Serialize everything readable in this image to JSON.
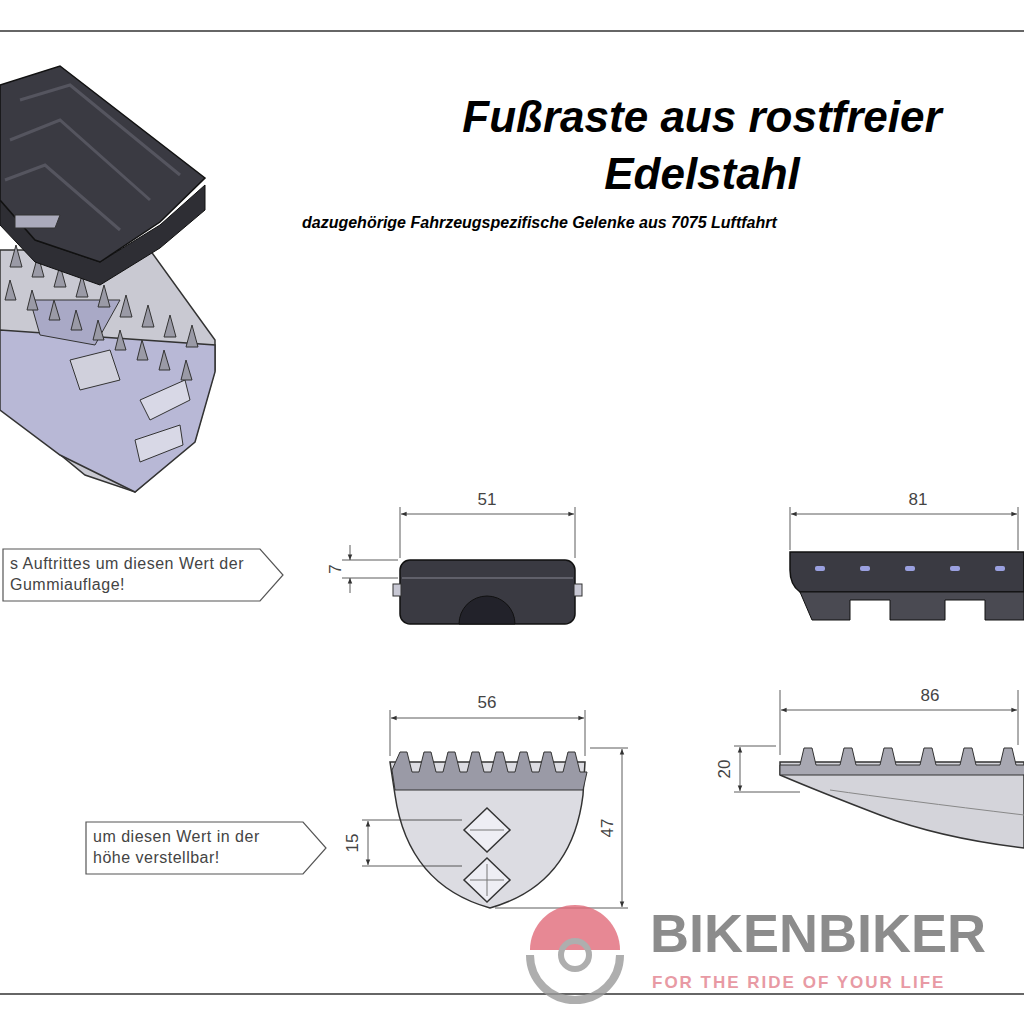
{
  "diagram": {
    "title": "Fußraste aus rostfreier Edelstahl",
    "nodes": [
      {
        "text": [
          "s Auftrittes um diesen Wert der Gummiauflage!"
        ]
      },
      {
        "text": [
          "um diesen Wert in der höhe verstellbar!"
        ]
      }
    ],
    "edges": [],
    "labels": [
      "dazugehörige Fahrzeugspezifische Gelenke aus 7075 Luftfahrt",
      "51",
      "7",
      "81",
      "56",
      "15",
      "47",
      "86",
      "20",
      "BIKENBIKER",
      "FOR THE RIDE OF YOUR LIFE"
    ]
  }
}
